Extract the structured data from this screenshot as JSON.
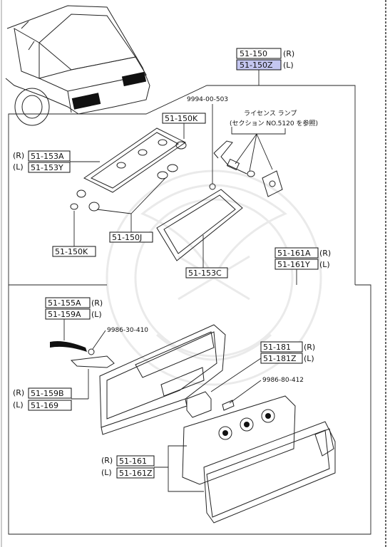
{
  "callouts": {
    "assy_r": "51-150",
    "assy_r_side": "(R)",
    "assy_l": "51-150Z",
    "assy_l_side": "(L)",
    "bolt_9994": "9994-00-503",
    "license_note_1": "ライセンス ランプ",
    "license_note_2": "(セクション NO.5120 を参照)",
    "p_51150K_top": "51-150K",
    "p_51153A": "51-153A",
    "p_51153A_side": "(R)",
    "p_51153Y": "51-153Y",
    "p_51153Y_side": "(L)",
    "p_51150J": "51-150J",
    "p_51150K_bot": "51-150K",
    "p_51153C": "51-153C",
    "p_51161A": "51-161A",
    "p_51161A_side": "(R)",
    "p_51161Y": "51-161Y",
    "p_51161Y_side": "(L)",
    "p_51155A": "51-155A",
    "p_51155A_side": "(R)",
    "p_51159A": "51-159A",
    "p_51159A_side": "(L)",
    "p_9986_30": "9986-30-410",
    "p_51181": "51-181",
    "p_51181_side": "(R)",
    "p_51181Z": "51-181Z",
    "p_51181Z_side": "(L)",
    "p_9986_80": "9986-80-412",
    "p_51159B": "51-159B",
    "p_51159B_side": "(R)",
    "p_51169": "51-169",
    "p_51169_side": "(L)",
    "p_51161": "51-161",
    "p_51161_side": "(R)",
    "p_51161Z": "51-161Z",
    "p_51161Z_side": "(L)"
  },
  "highlight_color": "#c4c6f0"
}
